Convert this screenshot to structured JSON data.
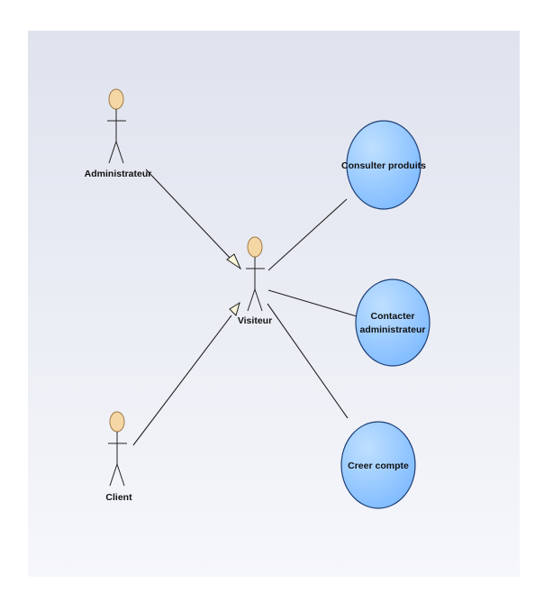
{
  "diagram": {
    "type": "use-case",
    "colors": {
      "canvas_top": "#dfe3ee",
      "canvas_bottom": "#f6f7fb",
      "actor_head": "#f5d7a6",
      "actor_head_stroke": "#a27a45",
      "actor_line": "#222222",
      "usecase_fill": "#7cb9ff",
      "usecase_stroke": "#1d3f77",
      "connector": "#222222",
      "arrowhead_fill": "#fbf7da"
    },
    "actors": [
      {
        "id": "administrateur",
        "label": "Administrateur"
      },
      {
        "id": "visiteur",
        "label": "Visiteur"
      },
      {
        "id": "client",
        "label": "Client"
      }
    ],
    "usecases": [
      {
        "id": "consulter",
        "lines": [
          "Consulter produits"
        ]
      },
      {
        "id": "contacter",
        "lines": [
          "Contacter",
          "administrateur"
        ]
      },
      {
        "id": "creer",
        "lines": [
          "Creer compte"
        ]
      }
    ],
    "relationships": [
      {
        "kind": "generalization",
        "from": "administrateur",
        "to": "visiteur"
      },
      {
        "kind": "generalization",
        "from": "client",
        "to": "visiteur"
      },
      {
        "kind": "association",
        "from": "visiteur",
        "to": "consulter"
      },
      {
        "kind": "association",
        "from": "visiteur",
        "to": "contacter"
      },
      {
        "kind": "association",
        "from": "visiteur",
        "to": "creer"
      }
    ]
  }
}
